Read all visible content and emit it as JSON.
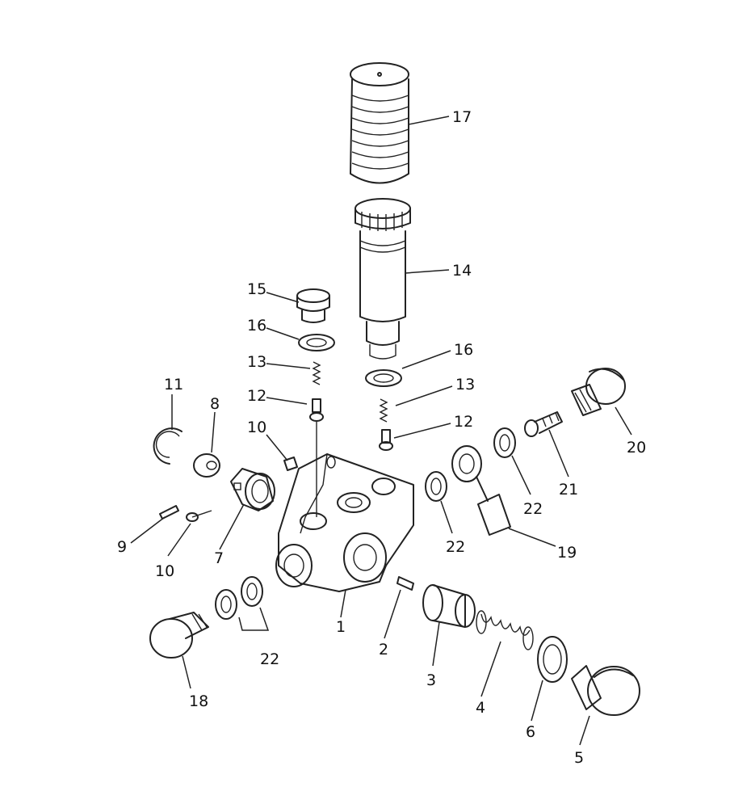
{
  "labels": {
    "p1": "1",
    "p2": "2",
    "p3": "3",
    "p4": "4",
    "p5": "5",
    "p6": "6",
    "p7": "7",
    "p8": "8",
    "p9": "9",
    "p10a": "10",
    "p10b": "10",
    "p11": "11",
    "p12a": "12",
    "p12b": "12",
    "p13a": "13",
    "p13b": "13",
    "p14": "14",
    "p15": "15",
    "p16a": "16",
    "p16b": "16",
    "p17": "17",
    "p18": "18",
    "p19": "19",
    "p20": "20",
    "p21": "21",
    "p22a": "22",
    "p22b": "22",
    "p22c": "22"
  }
}
